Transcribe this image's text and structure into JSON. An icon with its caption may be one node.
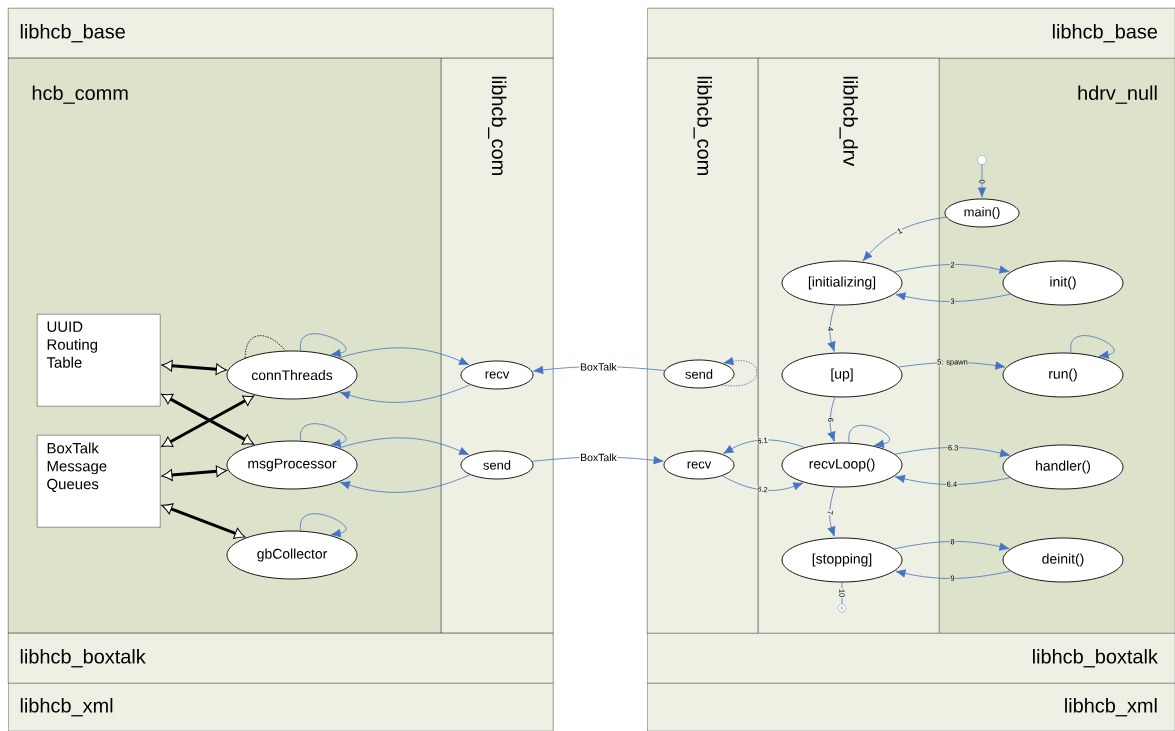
{
  "diagram": {
    "nodes": [
      {
        "text": [
          "libhcb_base"
        ]
      },
      {
        "text": [
          "hcb_comm"
        ]
      },
      {
        "text": [
          "libhcb_com"
        ]
      },
      {
        "text": [
          "libhcb_boxtalk"
        ]
      },
      {
        "text": [
          "libhcb_xml"
        ]
      },
      {
        "text": [
          "libhcb_base"
        ]
      },
      {
        "text": [
          "libhcb_com"
        ]
      },
      {
        "text": [
          "libhcb_drv"
        ]
      },
      {
        "text": [
          "hdrv_null"
        ]
      },
      {
        "text": [
          "libhcb_boxtalk"
        ]
      },
      {
        "text": [
          "libhcb_xml"
        ]
      },
      {
        "text": [
          "UUID Routing Table"
        ],
        "in": 1
      },
      {
        "text": [
          "BoxTalk Message Queues"
        ],
        "in": 1
      },
      {
        "text": [
          "connThreads"
        ],
        "in": 1
      },
      {
        "text": [
          "msgProcessor"
        ],
        "in": 1
      },
      {
        "text": [
          "gbCollector"
        ],
        "in": 1
      },
      {
        "text": [
          "recv"
        ],
        "in": 2
      },
      {
        "text": [
          "send"
        ],
        "in": 2
      },
      {
        "text": [
          "send"
        ],
        "in": 6
      },
      {
        "text": [
          "recv"
        ],
        "in": 6
      },
      {
        "text": [],
        "shape": "circle",
        "in": 8
      },
      {
        "text": [
          "main()"
        ],
        "in": 8
      },
      {
        "text": [
          "[initializing]"
        ],
        "in": 7
      },
      {
        "text": [
          "init()"
        ],
        "in": 8
      },
      {
        "text": [
          "[up]"
        ],
        "in": 7
      },
      {
        "text": [
          "run()"
        ],
        "in": 8
      },
      {
        "text": [
          "recvLoop()"
        ],
        "in": 7
      },
      {
        "text": [
          "handler()"
        ],
        "in": 8
      },
      {
        "text": [
          "[stopping]"
        ],
        "in": 7
      },
      {
        "text": [
          "deinit()"
        ],
        "in": 8
      },
      {
        "text": [],
        "shape": "circle",
        "in": 7
      }
    ],
    "edges": [
      {
        "from": 11,
        "to": 13,
        "arrow": "both",
        "style": "thick",
        "color": "#000000"
      },
      {
        "from": 11,
        "to": 14,
        "arrow": "both",
        "style": "thick",
        "color": "#000000"
      },
      {
        "from": 12,
        "to": 13,
        "arrow": "both",
        "style": "thick",
        "color": "#000000"
      },
      {
        "from": 12,
        "to": 14,
        "arrow": "both",
        "style": "thick",
        "color": "#000000"
      },
      {
        "from": 12,
        "to": 15,
        "arrow": "both",
        "style": "thick",
        "color": "#000000"
      },
      {
        "from": 13,
        "to": 13,
        "arrow": "to"
      },
      {
        "from": 13,
        "to": 13,
        "arrow": "none",
        "style": "dashed",
        "color": "#000000"
      },
      {
        "from": 14,
        "to": 14,
        "arrow": "to"
      },
      {
        "from": 15,
        "to": 15,
        "arrow": "to"
      },
      {
        "from": 13,
        "to": 16,
        "arrow": "to"
      },
      {
        "from": 16,
        "to": 13,
        "arrow": "to"
      },
      {
        "from": 14,
        "to": 17,
        "arrow": "to"
      },
      {
        "from": 17,
        "to": 14,
        "arrow": "to"
      },
      {
        "from": 18,
        "to": 16,
        "arrow": "to",
        "label": "BoxTalk"
      },
      {
        "from": 17,
        "to": 19,
        "arrow": "to",
        "label": "BoxTalk"
      },
      {
        "from": 18,
        "to": 18,
        "arrow": "to",
        "style": "dashed"
      },
      {
        "from": 20,
        "to": 21,
        "arrow": "to",
        "label": "0"
      },
      {
        "from": 21,
        "to": 22,
        "arrow": "to",
        "label": "1"
      },
      {
        "from": 22,
        "to": 23,
        "arrow": "to",
        "label": "2"
      },
      {
        "from": 23,
        "to": 22,
        "arrow": "to",
        "label": "3"
      },
      {
        "from": 22,
        "to": 24,
        "arrow": "to",
        "label": "4"
      },
      {
        "from": 24,
        "to": 25,
        "arrow": "to",
        "label": "5: spawn"
      },
      {
        "from": 25,
        "to": 25,
        "arrow": "to"
      },
      {
        "from": 24,
        "to": 26,
        "arrow": "to",
        "label": "6"
      },
      {
        "from": 26,
        "to": 19,
        "arrow": "to",
        "label": "6.1"
      },
      {
        "from": 19,
        "to": 26,
        "arrow": "to",
        "label": "6.2"
      },
      {
        "from": 26,
        "to": 26,
        "arrow": "to"
      },
      {
        "from": 26,
        "to": 27,
        "arrow": "to",
        "label": "6.3"
      },
      {
        "from": 27,
        "to": 26,
        "arrow": "to",
        "label": "6.4"
      },
      {
        "from": 26,
        "to": 28,
        "arrow": "to",
        "label": "7"
      },
      {
        "from": 28,
        "to": 29,
        "arrow": "to",
        "label": "8"
      },
      {
        "from": 29,
        "to": 28,
        "arrow": "to",
        "label": "9"
      },
      {
        "from": 28,
        "to": 30,
        "arrow": "none",
        "label": "10"
      }
    ]
  }
}
